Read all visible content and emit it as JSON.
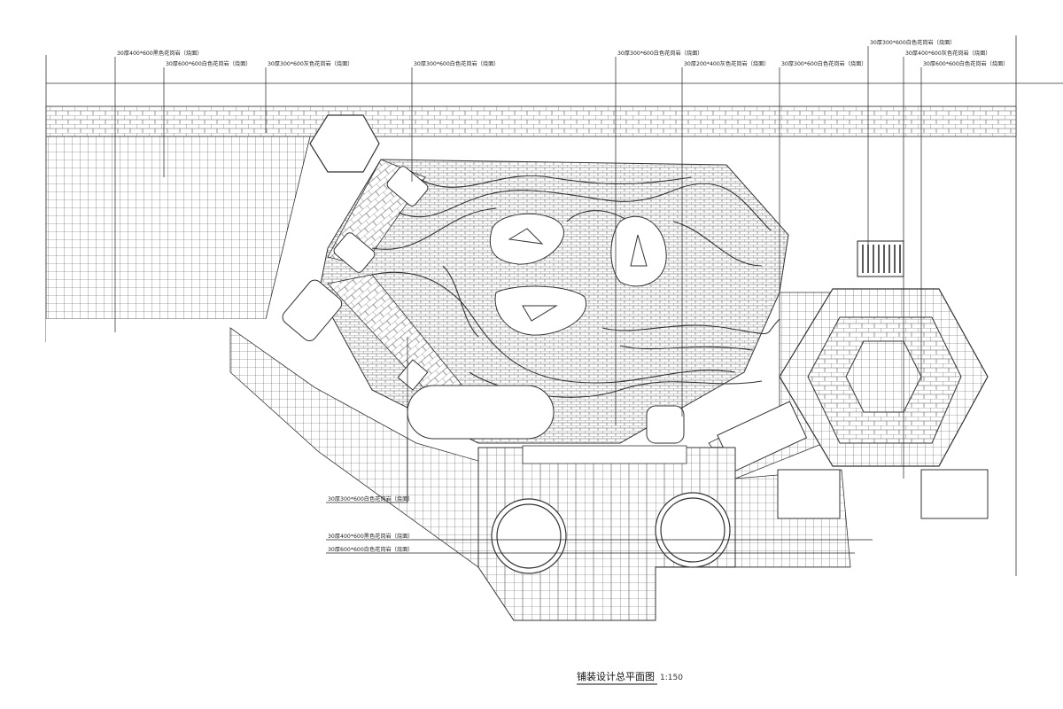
{
  "drawing": {
    "title": "铺装设计总平面图",
    "scale": "1:150"
  },
  "callouts_top": [
    "30厚400*600黑色花岗岩（烧面）",
    "30厚600*600白色花岗岩（烧面）",
    "30厚300*600灰色花岗岩（烧面）",
    "30厚300*600白色花岗岩（烧面）",
    "30厚300*600白色花岗岩（烧面）",
    "30厚200*400灰色花岗岩（烧面）",
    "30厚300*600白色花岗岩（烧面）"
  ],
  "callouts_right": [
    "30厚300*600白色花岗岩（烧面）",
    "30厚400*600灰色花岗岩（烧面）",
    "30厚600*600白色花岗岩（烧面）"
  ],
  "callouts_bottom": [
    "30厚300*600白色花岗岩（烧面）",
    "30厚400*600黑色花岗岩（烧面）",
    "30厚600*600白色花岗岩（烧面）"
  ]
}
